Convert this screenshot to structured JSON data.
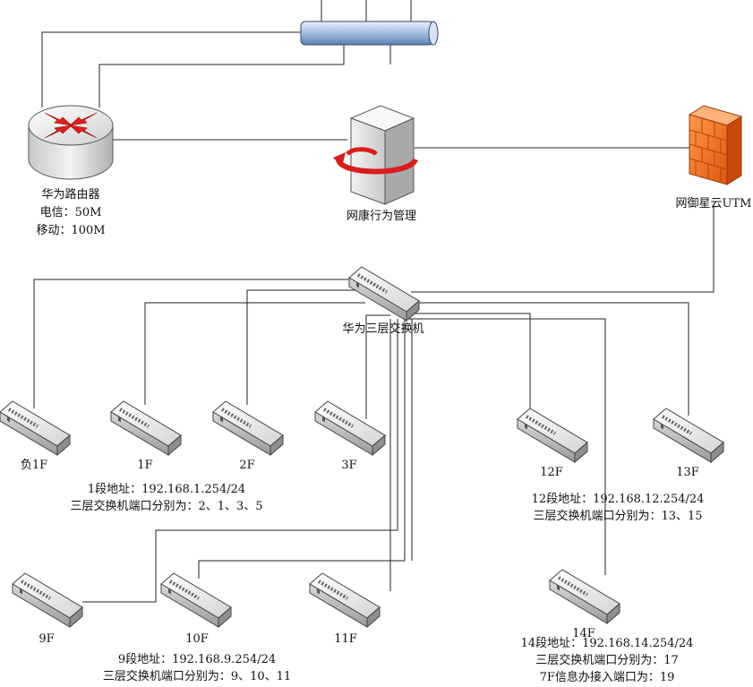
{
  "router": {
    "name": "华为路由器",
    "line1": "电信：50M",
    "line2": "移动：100M"
  },
  "behavior_mgmt": {
    "name": "网康行为管理"
  },
  "utm": {
    "name": "网御星云UTM"
  },
  "core_switch": {
    "name": "华为三层交换机"
  },
  "floors": {
    "b1": "负1F",
    "f1": "1F",
    "f2": "2F",
    "f3": "3F",
    "f12": "12F",
    "f13": "13F",
    "f9": "9F",
    "f10": "10F",
    "f11": "11F",
    "f14": "14F"
  },
  "segments": {
    "seg1": {
      "addr": "1段地址：192.168.1.254/24",
      "ports": "三层交换机端口分别为：2、1、3、5"
    },
    "seg12": {
      "addr": "12段地址：192.168.12.254/24",
      "ports": "三层交换机端口分别为：13、15"
    },
    "seg9": {
      "addr": "9段地址：192.168.9.254/24",
      "ports": "三层交换机端口分别为：9、10、11"
    },
    "seg14": {
      "addr": "14段地址：192.168.14.254/24",
      "ports": "三层交换机端口分别为：17",
      "extra": "7F信息办接入端口为：19"
    }
  }
}
